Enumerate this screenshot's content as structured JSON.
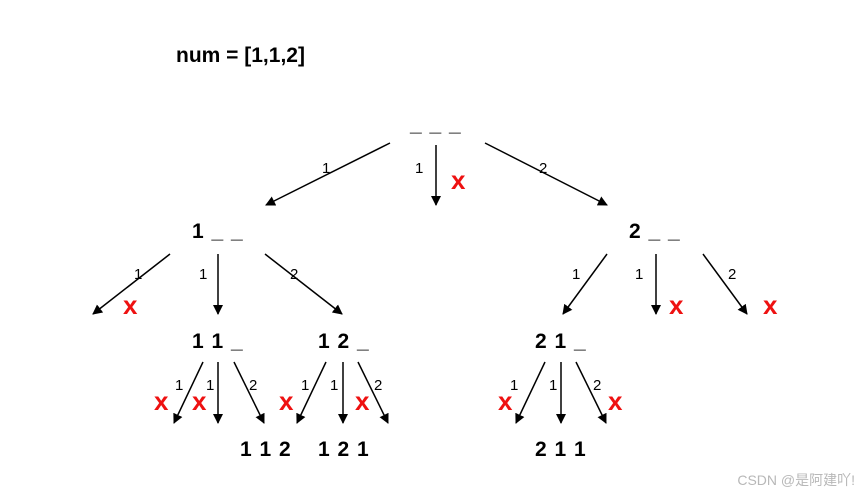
{
  "title": "num = [1,1,2]",
  "nodes": {
    "root": "_ _ _",
    "n1": "1 _ _",
    "n2": "2 _ _",
    "n11": "1 1 _",
    "n12": "1 2 _",
    "n21": "2 1 _",
    "r112": "1 1 2",
    "r121": "1 2 1",
    "r211": "2 1 1"
  },
  "edges": {
    "root_1a": "1",
    "root_1b": "1",
    "root_2": "2",
    "n1_1a": "1",
    "n1_1b": "1",
    "n1_2": "2",
    "n2_1": "1",
    "n2_1b": "1",
    "n2_2": "2",
    "n11_1a": "1",
    "n11_1b": "1",
    "n11_2": "2",
    "n12_1a": "1",
    "n12_1b": "1",
    "n12_2": "2",
    "n21_1a": "1",
    "n21_1b": "1",
    "n21_2": "2"
  },
  "prune_mark": "x",
  "prune_color": "#ee1111",
  "watermark": "CSDN @是阿建吖!"
}
